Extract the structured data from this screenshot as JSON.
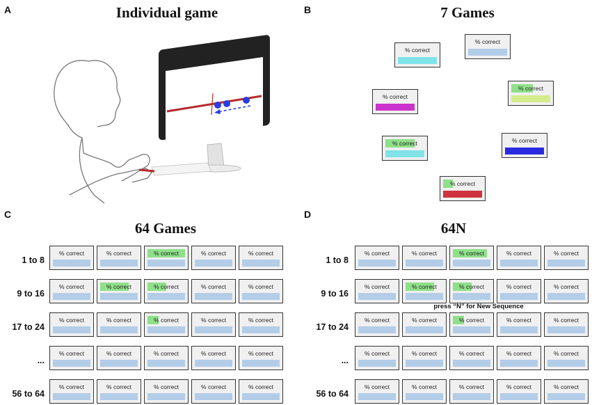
{
  "panels": {
    "A": {
      "letter": "A",
      "title": "Individual game"
    },
    "B": {
      "letter": "B",
      "title": "7 Games"
    },
    "C": {
      "letter": "C",
      "title": "64 Games"
    },
    "D": {
      "letter": "D",
      "title": "64N"
    }
  },
  "card_label": "% correct",
  "colors": {
    "card_bg": "#f0f0f0",
    "card_border": "#333333",
    "default_bar": "#b3cde8",
    "highlight": "#8fe08a",
    "track_red": "#b52a2a",
    "dot_blue": "#2a3de0"
  },
  "seven_games": [
    {
      "bar_color": "#7fe3e8",
      "highlight": 0
    },
    {
      "bar_color": "#b3cde8",
      "highlight": 0
    },
    {
      "bar_color": "#cc33cc",
      "highlight": 0
    },
    {
      "bar_color": "#d4ec8c",
      "highlight": 0.55
    },
    {
      "bar_color": "#7fe3e8",
      "highlight": 0.75
    },
    {
      "bar_color": "#2a2ae0",
      "highlight": 0
    },
    {
      "bar_color": "#d03340",
      "highlight": 0.25
    }
  ],
  "grid_rows": [
    "1 to 8",
    "9 to 16",
    "17 to 24",
    "...",
    "56 to 64"
  ],
  "grid_c_highlights": [
    [
      0,
      0,
      1.0,
      0,
      0
    ],
    [
      0,
      0.75,
      0.5,
      0,
      0
    ],
    [
      0,
      0,
      0.3,
      0,
      0
    ],
    [
      0,
      0,
      0,
      0,
      0
    ],
    [
      0,
      0,
      0,
      0,
      0
    ]
  ],
  "grid_d_highlights": [
    [
      0,
      0,
      0.9,
      0,
      0
    ],
    [
      0,
      0.75,
      0.5,
      0,
      0
    ],
    [
      0,
      0,
      0.3,
      0,
      0
    ],
    [
      0,
      0,
      0,
      0,
      0
    ],
    [
      0,
      0,
      0,
      0,
      0
    ]
  ],
  "new_sequence_prompt": "press “N” for New Sequence"
}
